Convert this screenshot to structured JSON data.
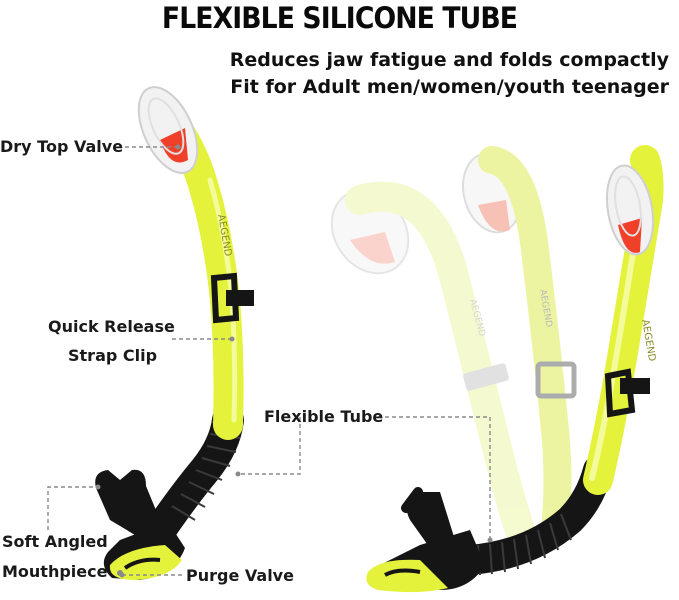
{
  "headline": "FLEXIBLE SILICONE TUBE",
  "subline_1": "Reduces jaw fatigue and folds compactly",
  "subline_2": "Fit for Adult men/women/youth teenager",
  "callouts": {
    "dry_top_valve": "Dry Top Valve",
    "quick_release_1": "Quick Release",
    "quick_release_2": "Strap Clip",
    "flexible_tube": "Flexible Tube",
    "soft_angled_1": "Soft Angled",
    "soft_angled_2": "Mouthpiece",
    "purge_valve": "Purge Valve"
  },
  "brand_mark": "AEGEND",
  "colors": {
    "tube": "#e4f23c",
    "tube_faded": "#eef5a8",
    "black": "#151515",
    "valve_red": "#f0402a",
    "leader": "#8a8a8a"
  }
}
